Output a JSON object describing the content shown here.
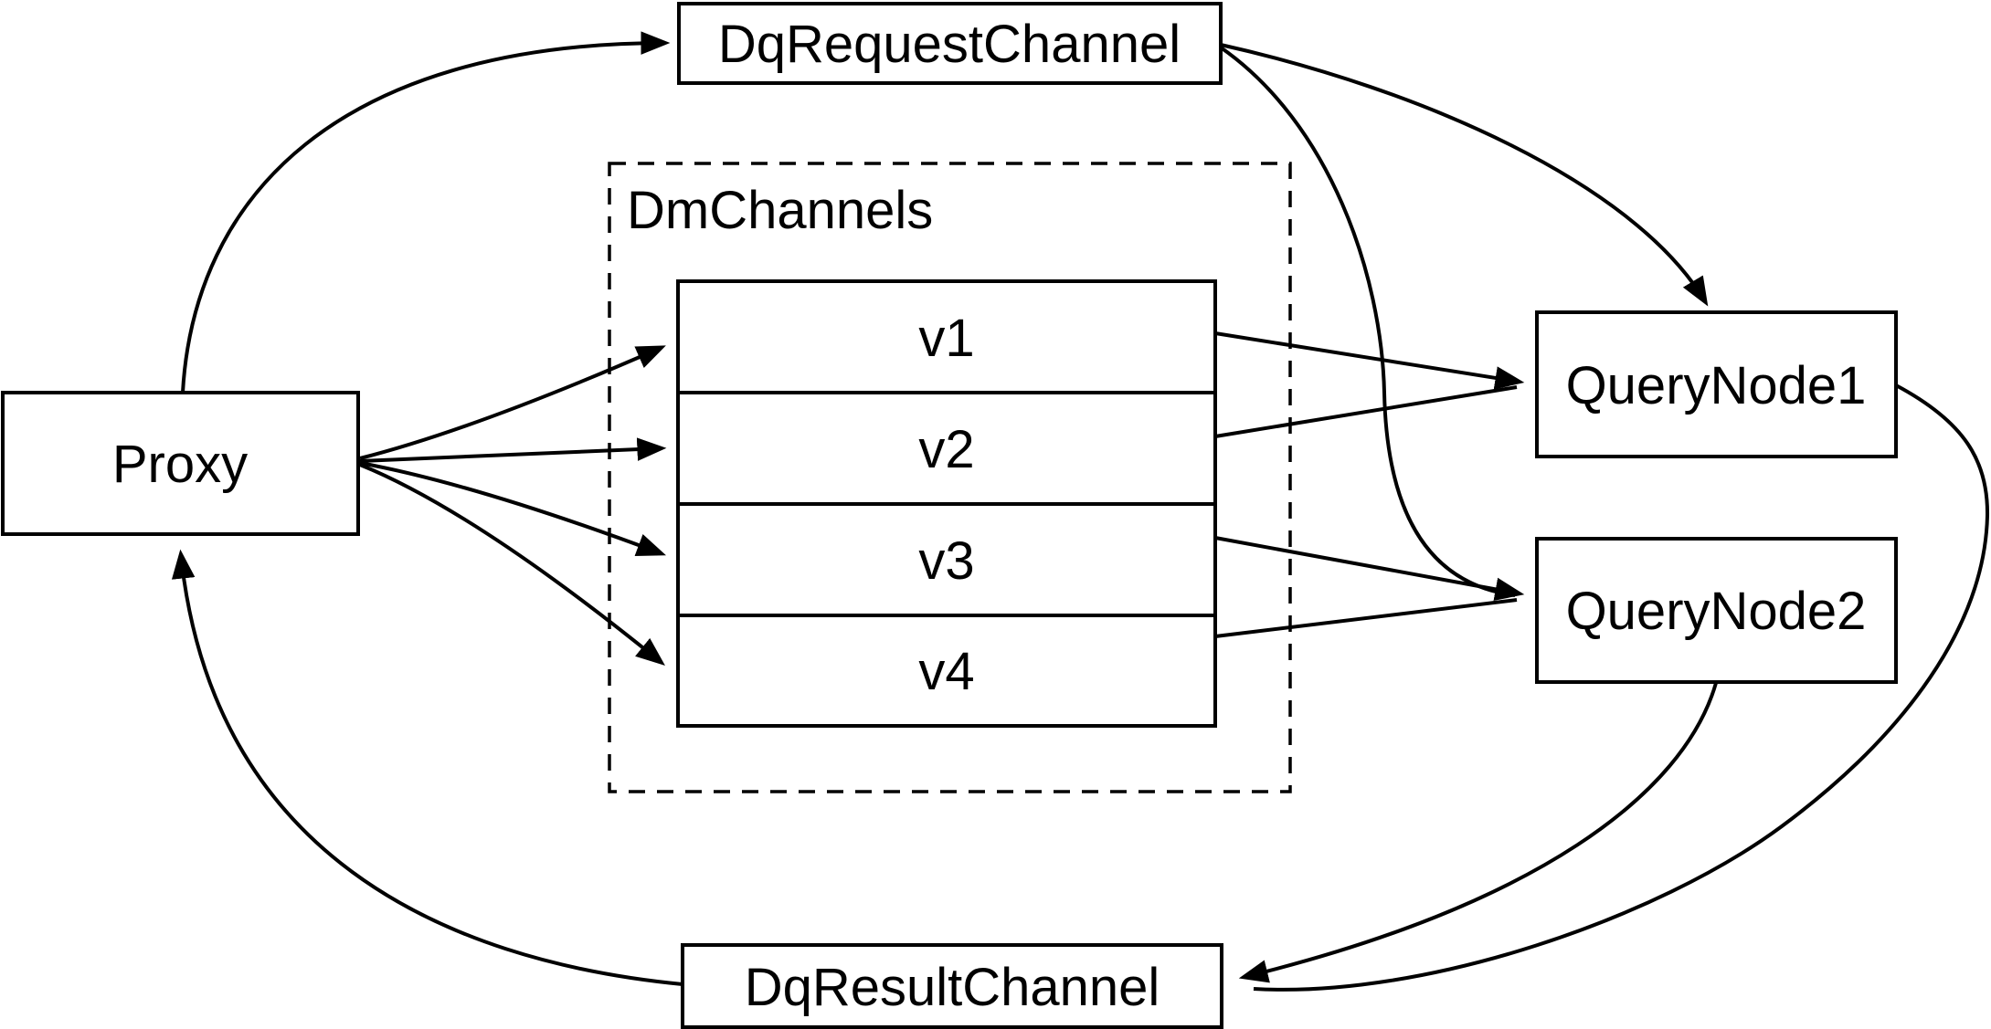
{
  "diagram": {
    "colors": {
      "background": "#ffffff",
      "line": "#000000",
      "node_fill": "#ffffff"
    },
    "nodes": {
      "proxy": {
        "label": "Proxy"
      },
      "dq_request_channel": {
        "label": "DqRequestChannel"
      },
      "dm_channels_group": {
        "label": "DmChannels"
      },
      "channels": [
        {
          "label": "v1"
        },
        {
          "label": "v2"
        },
        {
          "label": "v3"
        },
        {
          "label": "v4"
        }
      ],
      "query_node_1": {
        "label": "QueryNode1"
      },
      "query_node_2": {
        "label": "QueryNode2"
      },
      "dq_result_channel": {
        "label": "DqResultChannel"
      }
    },
    "edges": [
      {
        "from": "Proxy",
        "to": "DqRequestChannel"
      },
      {
        "from": "DqRequestChannel",
        "to": "QueryNode1"
      },
      {
        "from": "DqRequestChannel",
        "to": "QueryNode2"
      },
      {
        "from": "Proxy",
        "to": "v1"
      },
      {
        "from": "Proxy",
        "to": "v2"
      },
      {
        "from": "Proxy",
        "to": "v3"
      },
      {
        "from": "Proxy",
        "to": "v4"
      },
      {
        "from": "v1",
        "to": "QueryNode1"
      },
      {
        "from": "v2",
        "to": "QueryNode1"
      },
      {
        "from": "v3",
        "to": "QueryNode2"
      },
      {
        "from": "v4",
        "to": "QueryNode2"
      },
      {
        "from": "QueryNode1",
        "to": "DqResultChannel"
      },
      {
        "from": "QueryNode2",
        "to": "DqResultChannel"
      },
      {
        "from": "DqResultChannel",
        "to": "Proxy"
      }
    ]
  }
}
